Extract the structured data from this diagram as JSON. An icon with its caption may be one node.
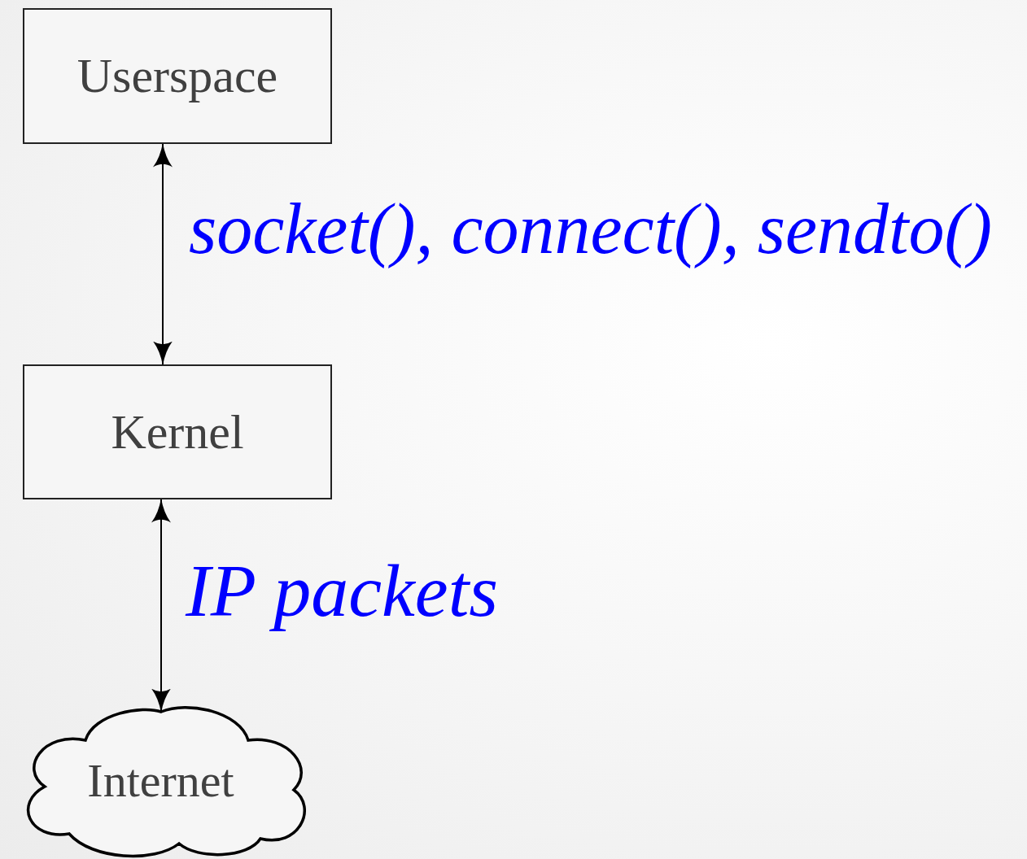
{
  "diagram": {
    "nodes": [
      {
        "text": [
          "Userspace"
        ]
      },
      {
        "text": [
          "Kernel"
        ]
      },
      {
        "text": [
          "Internet"
        ]
      }
    ],
    "edges": [
      {
        "from": 0,
        "to": 1,
        "arrow": "both",
        "label": "socket(), connect(), sendto()"
      },
      {
        "from": 1,
        "to": 2,
        "arrow": "both",
        "label": "IP packets"
      }
    ]
  }
}
